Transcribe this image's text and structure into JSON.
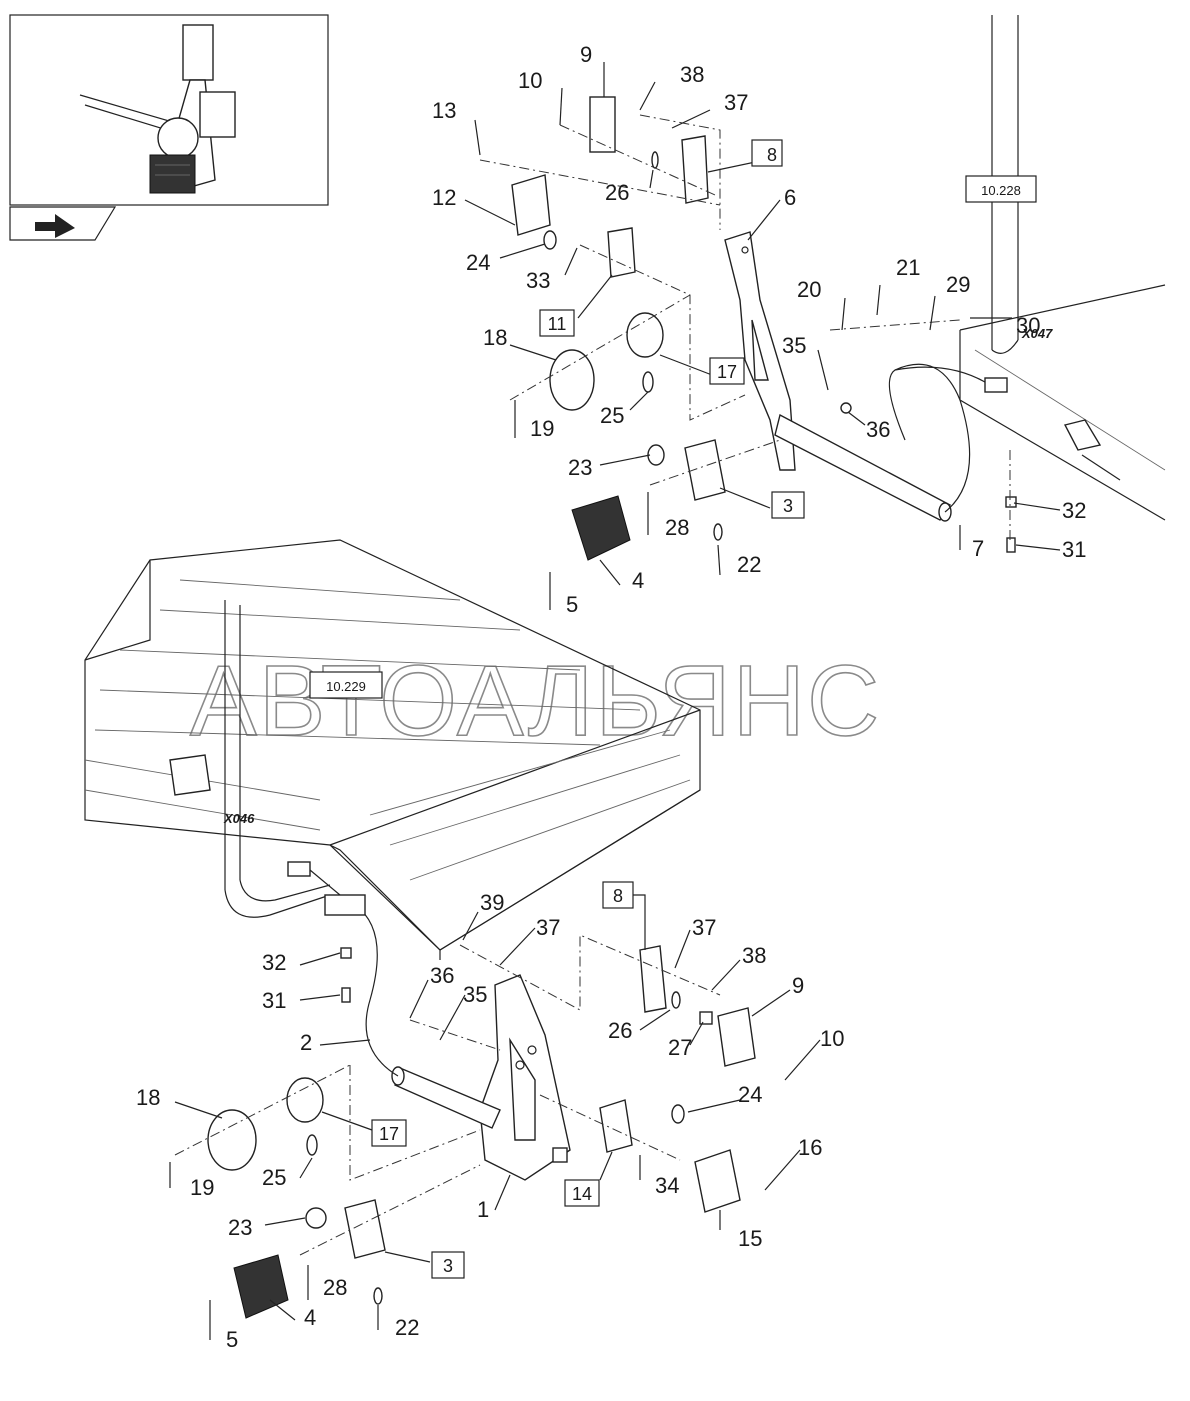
{
  "reference_boxes": {
    "ref_top_right": "10.228",
    "ref_middle": "10.229"
  },
  "connectors": {
    "right": "X047",
    "left": "X046"
  },
  "watermark": "АВТОАЛЬЯНС",
  "callouts_upper": {
    "c9": "9",
    "c10": "10",
    "c38": "38",
    "c37": "37",
    "c13": "13",
    "c8": "8",
    "c26": "26",
    "c12": "12",
    "c6": "6",
    "c24": "24",
    "c33": "33",
    "c11": "11",
    "c20": "20",
    "c21": "21",
    "c29": "29",
    "c30": "30",
    "c18": "18",
    "c35": "35",
    "c17": "17",
    "c25": "25",
    "c36": "36",
    "c19": "19",
    "c23": "23",
    "c3": "3",
    "c28": "28",
    "c32": "32",
    "c22": "22",
    "c7": "7",
    "c31": "31",
    "c5": "5",
    "c4": "4"
  },
  "callouts_lower": {
    "c39": "39",
    "c8": "8",
    "c37a": "37",
    "c37b": "37",
    "c32": "32",
    "c38": "38",
    "c36": "36",
    "c9": "9",
    "c31": "31",
    "c35": "35",
    "c26": "26",
    "c10": "10",
    "c2": "2",
    "c27": "27",
    "c18": "18",
    "c24": "24",
    "c17": "17",
    "c16": "16",
    "c19": "19",
    "c25": "25",
    "c34": "34",
    "c14": "14",
    "c1": "1",
    "c23": "23",
    "c15": "15",
    "c3": "3",
    "c28": "28",
    "c22": "22",
    "c5": "5",
    "c4": "4"
  }
}
